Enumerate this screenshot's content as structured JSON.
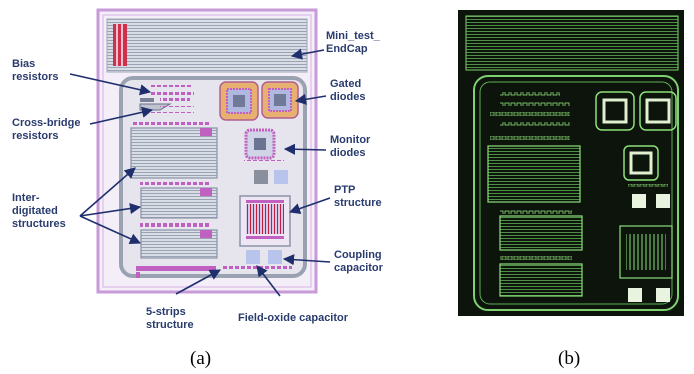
{
  "labels": {
    "mini_test_line1": "Mini_test_",
    "mini_test_line2": "EndCap",
    "bias_line1": "Bias",
    "bias_line2": "resistors",
    "crossbridge_line1": "Cross-bridge",
    "crossbridge_line2": "resistors",
    "gated_line1": "Gated",
    "gated_line2": "diodes",
    "monitor_line1": "Monitor",
    "monitor_line2": "diodes",
    "interdig_line1": "Inter-",
    "interdig_line2": "digitated",
    "interdig_line3": "structures",
    "ptp_line1": "PTP",
    "ptp_line2": "structure",
    "coupling_line1": "Coupling",
    "coupling_line2": "capacitor",
    "fivestrips_line1": "5-strips",
    "fivestrips_line2": "structure",
    "fieldoxide": "Field-oxide capacitor"
  },
  "captions": {
    "a": "(a)",
    "b": "(b)"
  },
  "colors": {
    "label_text": "#2a3b6e",
    "arrow": "#1f2f6e",
    "layout_border": "#b070c8",
    "photo_background": "#0c140c",
    "photo_metal": "#7fd070"
  }
}
